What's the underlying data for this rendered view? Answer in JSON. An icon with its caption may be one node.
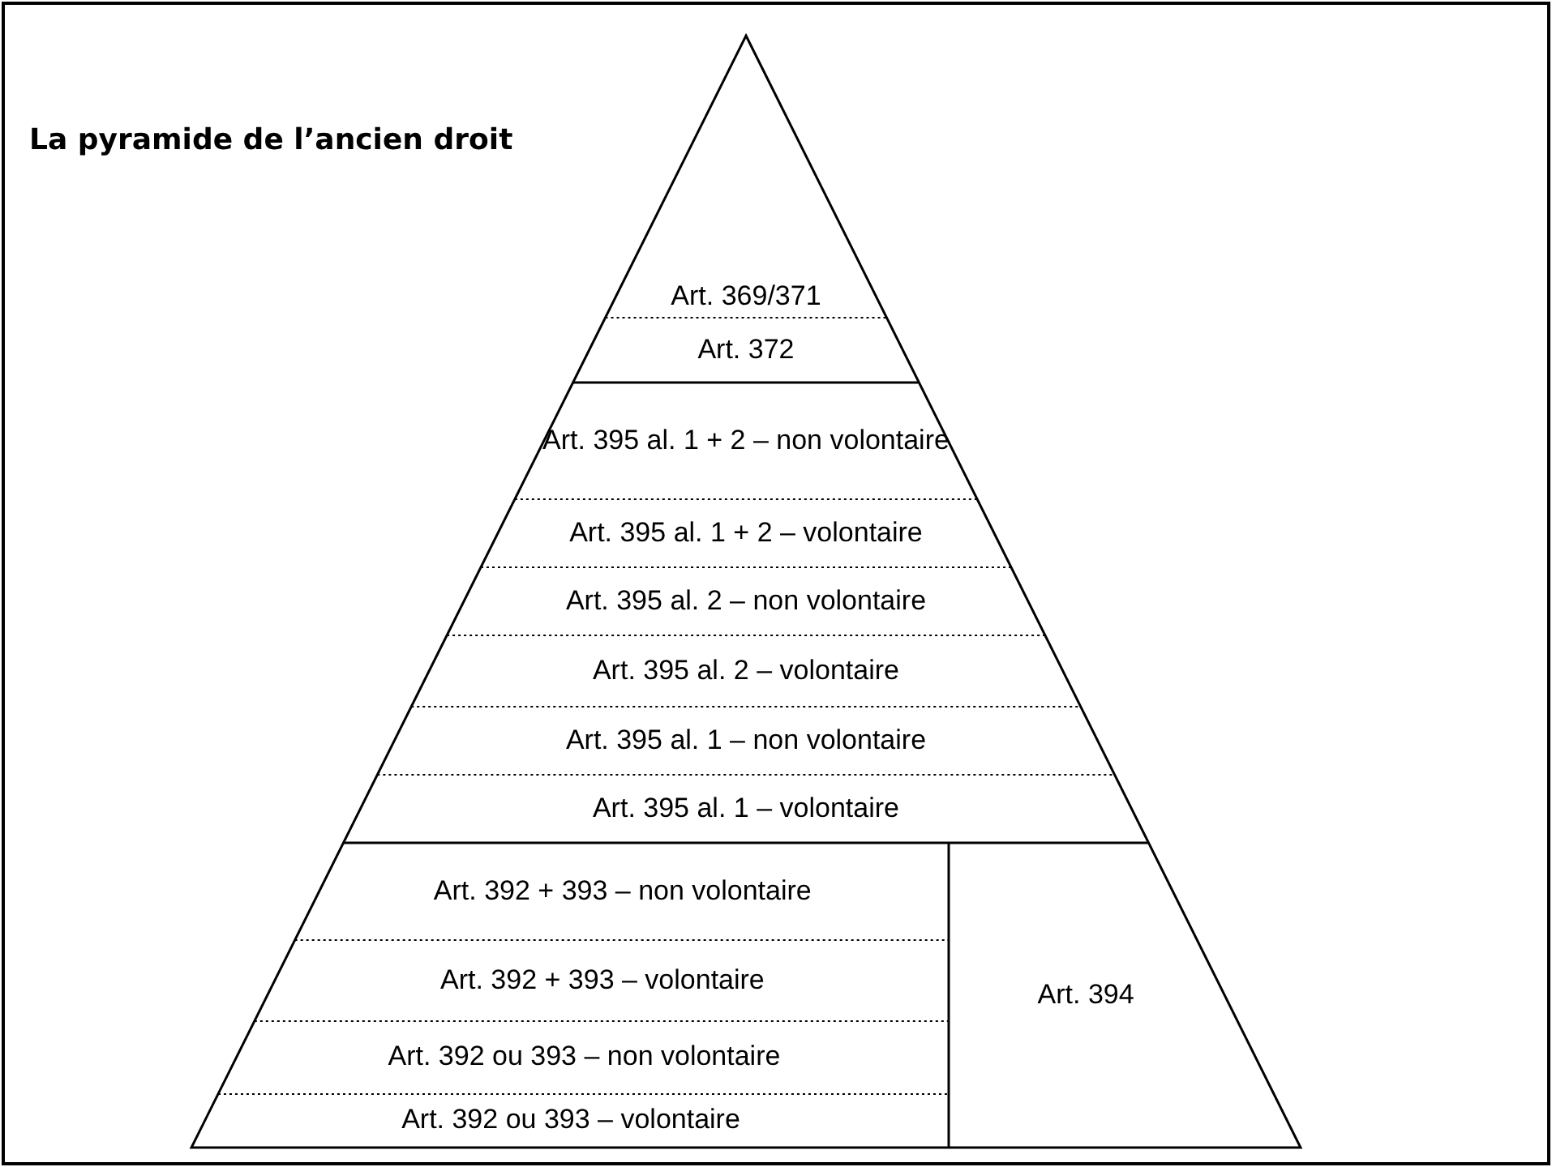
{
  "diagram": {
    "title": "La pyramide de l’ancien droit",
    "nodes": [
      {
        "text": [
          "Art. 369/371"
        ]
      },
      {
        "text": [
          "Art. 372"
        ]
      },
      {
        "text": [
          "Art. 395 al. 1 + 2 – non volontaire"
        ]
      },
      {
        "text": [
          "Art. 395 al. 1 + 2 – volontaire"
        ]
      },
      {
        "text": [
          "Art. 395 al. 2 – non volontaire"
        ]
      },
      {
        "text": [
          "Art. 395 al. 2 – volontaire"
        ]
      },
      {
        "text": [
          "Art. 395 al. 1 – non volontaire"
        ]
      },
      {
        "text": [
          "Art. 395 al. 1 – volontaire"
        ]
      },
      {
        "text": [
          "Art. 392 + 393 – non volontaire"
        ]
      },
      {
        "text": [
          "Art. 392 + 393 – volontaire"
        ]
      },
      {
        "text": [
          "Art. 392 ou 393 – non volontaire"
        ]
      },
      {
        "text": [
          "Art. 392 ou 393 – volontaire"
        ]
      },
      {
        "text": [
          "Art. 394"
        ]
      }
    ]
  }
}
